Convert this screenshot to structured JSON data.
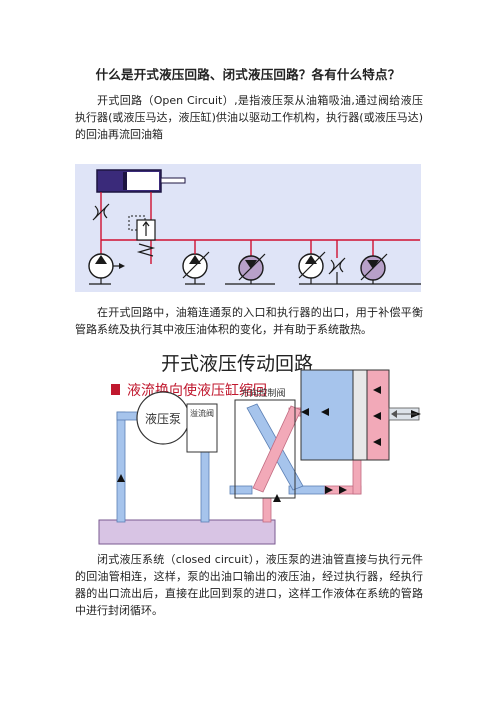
{
  "title": "什么是开式液压回路、闭式液压回路？各有什么特点？",
  "para1": "开式回路（Open Circuit）,是指液压泵从油箱吸油,通过阀给液压执行器(或液压马达，液压缸)供油以驱动工作机构，执行器(或液压马达)的回油再流回油箱",
  "para2": "在开式回路中，油箱连通泵的入口和执行器的出口，用于补偿平衡管路系统及执行其中液压油体积的变化，并有助于系统散热。",
  "figure2": {
    "heading": "开式液压传动回路",
    "subheading": "液流换向使液压缸缩回",
    "pump_label": "液压泵",
    "relief_label": "溢流阀",
    "valve_label": "方向控制阀"
  },
  "para3": "闭式液压系统（closed circuit），液压泵的进油管直接与执行元件的回油管相连，这样，泵的出油口输出的液压油，经过执行器，经执行器的出口流出后，直接在此回到泵的进口，这样工作液体在系统的管路中进行封闭循环。",
  "colors": {
    "fig1_background": "#dfe4f7",
    "cylinder_fill": "#3a2a7a",
    "circuit_red": "#d01030",
    "motor_fill": "#b7a0c8",
    "supply_pipe": "#a6c4ec",
    "return_pipe": "#f2a9b8",
    "tank_fill": "#d8c4e4"
  }
}
